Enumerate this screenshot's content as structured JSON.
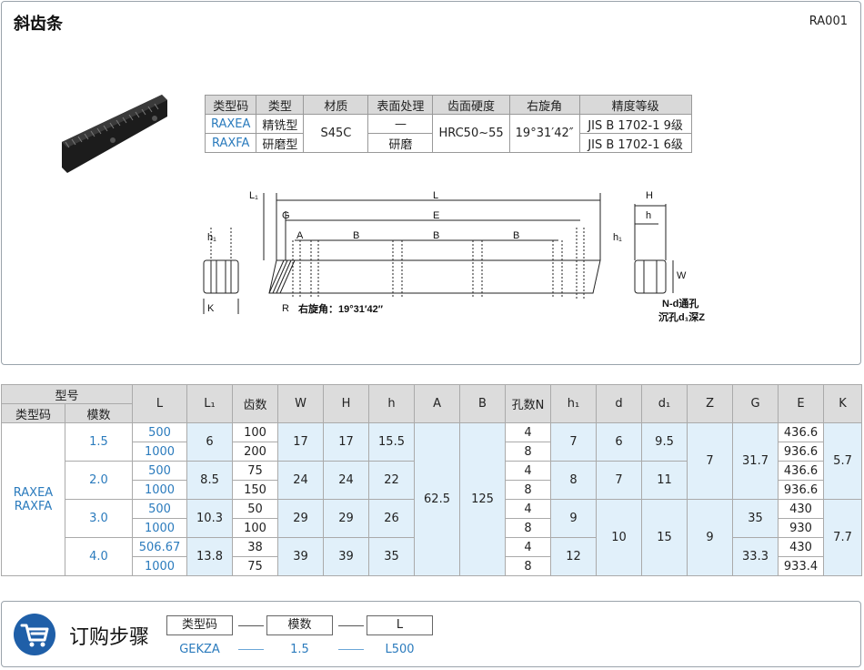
{
  "header": {
    "title": "斜齿条",
    "code": "RA001"
  },
  "material_table": {
    "headers": [
      "类型码",
      "类型",
      "材质",
      "表面处理",
      "齿面硬度",
      "右旋角",
      "精度等级"
    ],
    "rows": [
      {
        "code": "RAXEA",
        "type": "精铣型",
        "surface": "—",
        "accuracy": "JIS B 1702-1 9级"
      },
      {
        "code": "RAXFA",
        "type": "研磨型",
        "surface": "研磨",
        "accuracy": "JIS B 1702-1 6级"
      }
    ],
    "material": "S45C",
    "hardness": "HRC50~55",
    "helix_angle": "19°31′42″"
  },
  "drawing": {
    "labels": {
      "L1": "L₁",
      "L": "L",
      "G": "G",
      "E": "E",
      "A": "A",
      "B": "B",
      "h1": "h₁",
      "K": "K",
      "R": "R",
      "helix": "右旋角：19°31′42″",
      "H": "H",
      "h": "h",
      "W": "W",
      "hole1": "N-d通孔",
      "hole2": "沉孔d₁深Z"
    }
  },
  "spec_table": {
    "group_header": "型号",
    "sub_headers": [
      "类型码",
      "模数"
    ],
    "headers": [
      "L",
      "L₁",
      "齿数",
      "W",
      "H",
      "h",
      "A",
      "B",
      "孔数N",
      "h₁",
      "d",
      "d₁",
      "Z",
      "G",
      "E",
      "K"
    ],
    "type_codes": [
      "RAXEA",
      "RAXFA"
    ],
    "A": "62.5",
    "B": "125",
    "modules": [
      {
        "m": "1.5",
        "L1": "6",
        "W": "17",
        "H": "17",
        "h": "15.5",
        "h1": "7",
        "d": "6",
        "d1": "9.5",
        "rows": [
          {
            "L": "500",
            "z": "100",
            "N": "4",
            "E": "436.6"
          },
          {
            "L": "1000",
            "z": "200",
            "N": "8",
            "E": "936.6"
          }
        ]
      },
      {
        "m": "2.0",
        "L1": "8.5",
        "W": "24",
        "H": "24",
        "h": "22",
        "h1": "8",
        "d": "7",
        "d1": "11",
        "rows": [
          {
            "L": "500",
            "z": "75",
            "N": "4",
            "E": "436.6"
          },
          {
            "L": "1000",
            "z": "150",
            "N": "8",
            "E": "936.6"
          }
        ]
      },
      {
        "m": "3.0",
        "L1": "10.3",
        "W": "29",
        "H": "29",
        "h": "26",
        "h1": "9",
        "rows": [
          {
            "L": "500",
            "z": "50",
            "N": "4",
            "E": "430"
          },
          {
            "L": "1000",
            "z": "100",
            "N": "8",
            "E": "930"
          }
        ]
      },
      {
        "m": "4.0",
        "L1": "13.8",
        "W": "39",
        "H": "39",
        "h": "35",
        "h1": "12",
        "rows": [
          {
            "L": "506.67",
            "z": "38",
            "N": "4",
            "E": "430"
          },
          {
            "L": "1000",
            "z": "75",
            "N": "8",
            "E": "933.4"
          }
        ]
      }
    ],
    "shared": {
      "Z_a": "7",
      "G_a": "31.7",
      "K_a": "5.7",
      "d_b": "10",
      "d1_b": "15",
      "Z_b": "9",
      "G_b1": "35",
      "G_b2": "33.3",
      "K_b": "7.7"
    }
  },
  "order": {
    "title": "订购步骤",
    "boxes": [
      "类型码",
      "模数",
      "L"
    ],
    "values": [
      "GEKZA",
      "1.5",
      "L500"
    ]
  },
  "colors": {
    "accent": "#2b7bbd",
    "cell_bg": "#e1f0fa",
    "header_bg": "#dcdcdc",
    "icon_bg": "#1f5fa8"
  }
}
